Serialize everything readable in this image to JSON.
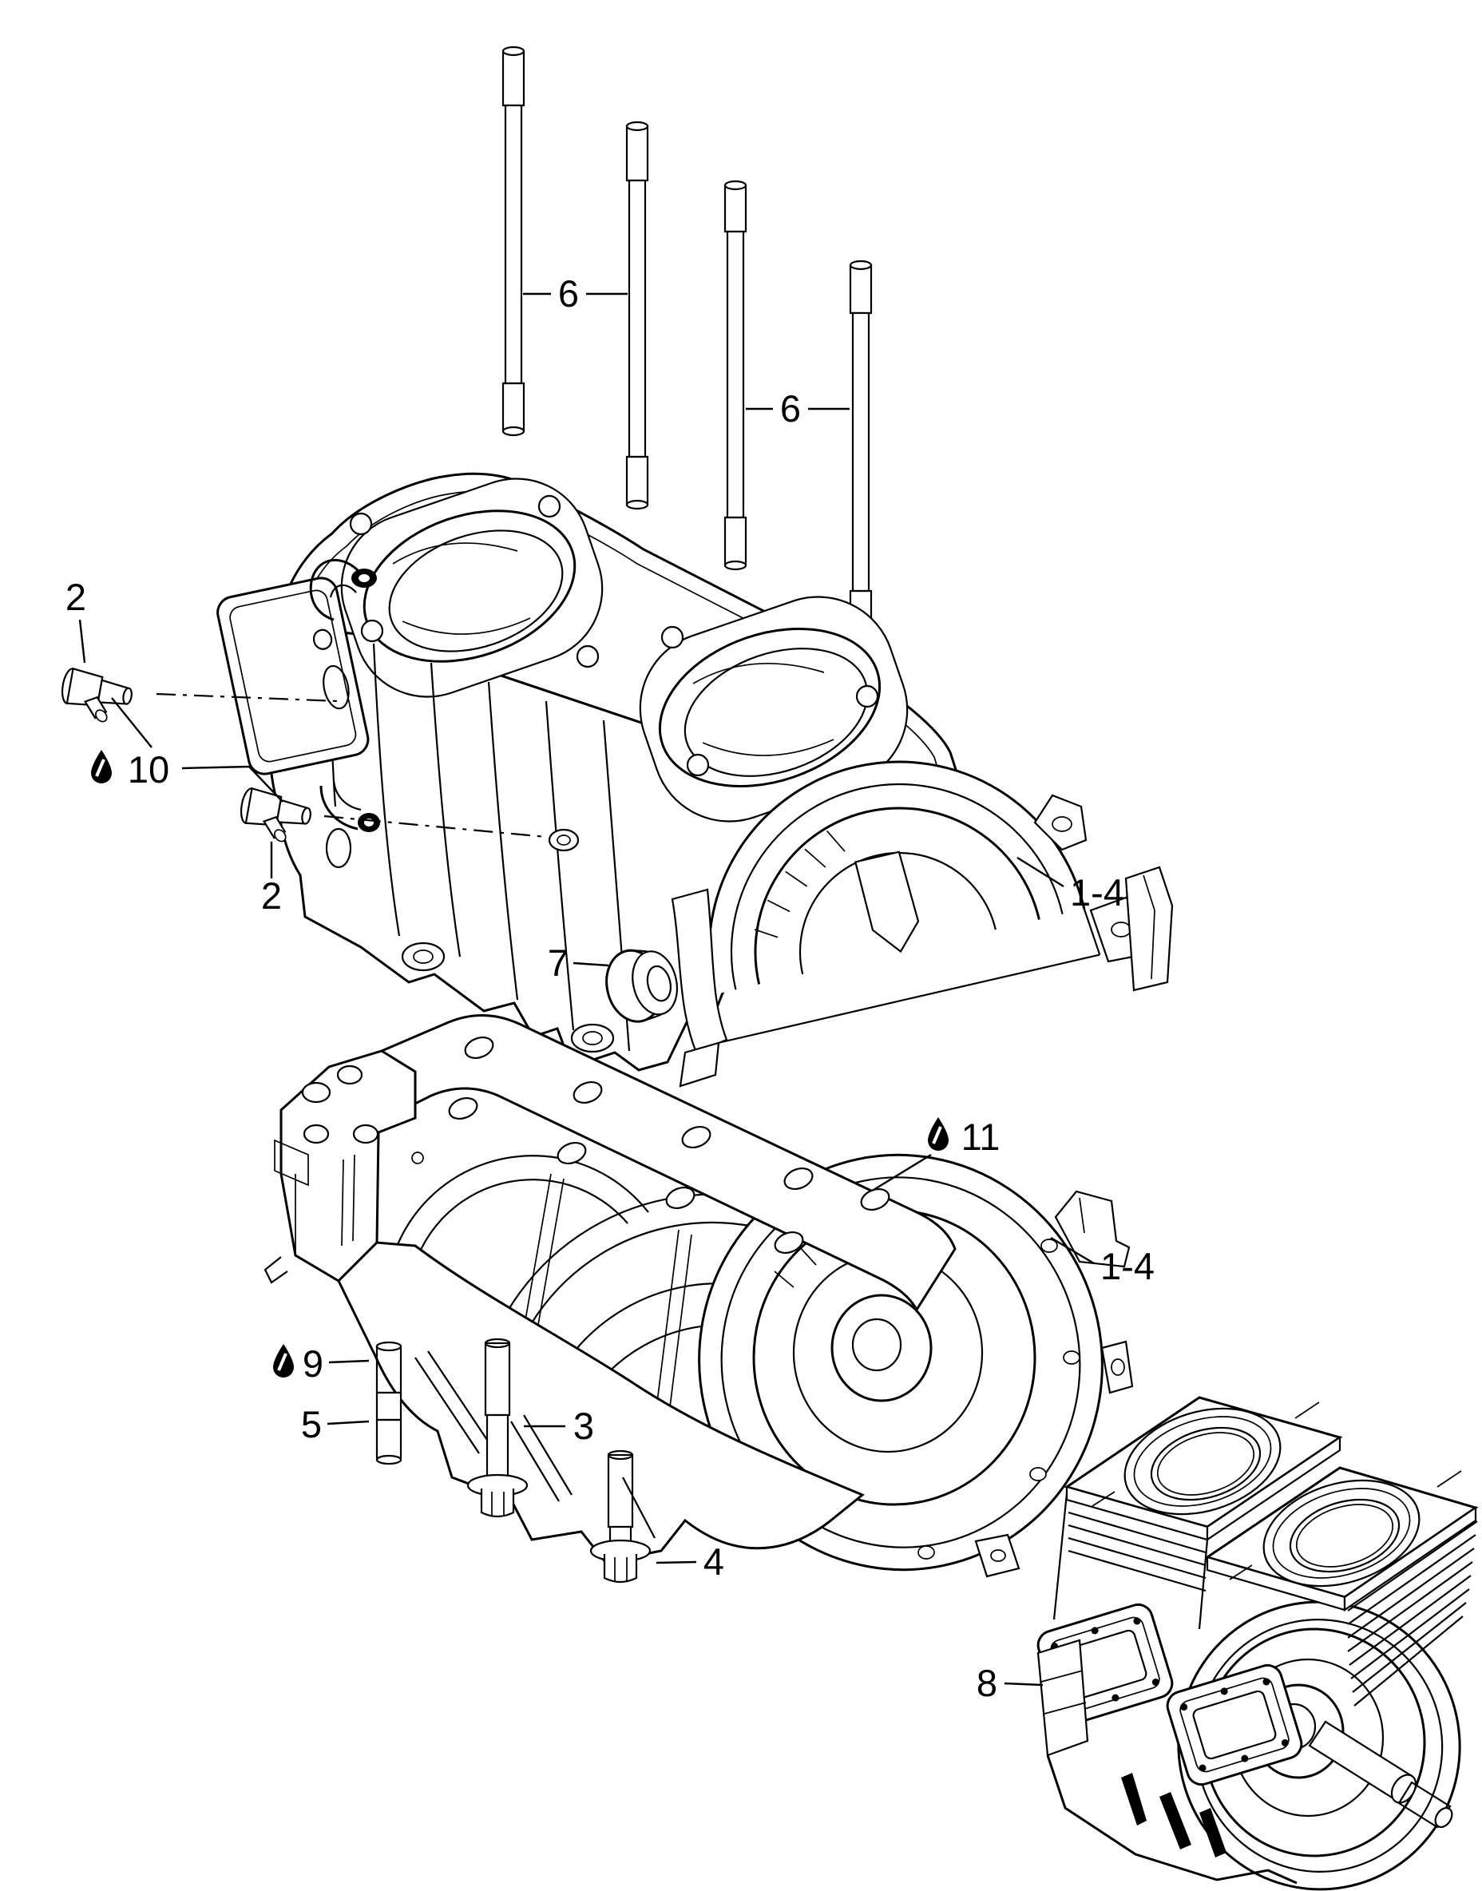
{
  "diagram": {
    "type": "exploded-parts-diagram",
    "background_color": "#ffffff",
    "line_color": "#000000",
    "callouts": {
      "studs_front_pair": {
        "label": "6",
        "icon": null
      },
      "studs_rear_pair": {
        "label": "6",
        "icon": null
      },
      "fitting_upper": {
        "label": "2",
        "icon": null
      },
      "fitting_lower": {
        "label": "2",
        "icon": null
      },
      "oil_point_fittings": {
        "label": "10",
        "icon": "oil-drop"
      },
      "crankcase_upper": {
        "label": "1-4",
        "icon": null
      },
      "plug": {
        "label": "7",
        "icon": null
      },
      "oil_point_flange": {
        "label": "11",
        "icon": "oil-drop"
      },
      "crankcase_lower": {
        "label": "1-4",
        "icon": null
      },
      "oil_point_stud": {
        "label": "9",
        "icon": "oil-drop"
      },
      "stud_short": {
        "label": "5",
        "icon": null
      },
      "bolt_long": {
        "label": "3",
        "icon": null
      },
      "bolt_short": {
        "label": "4",
        "icon": null
      },
      "engine_assembly": {
        "label": "8",
        "icon": null
      }
    }
  }
}
